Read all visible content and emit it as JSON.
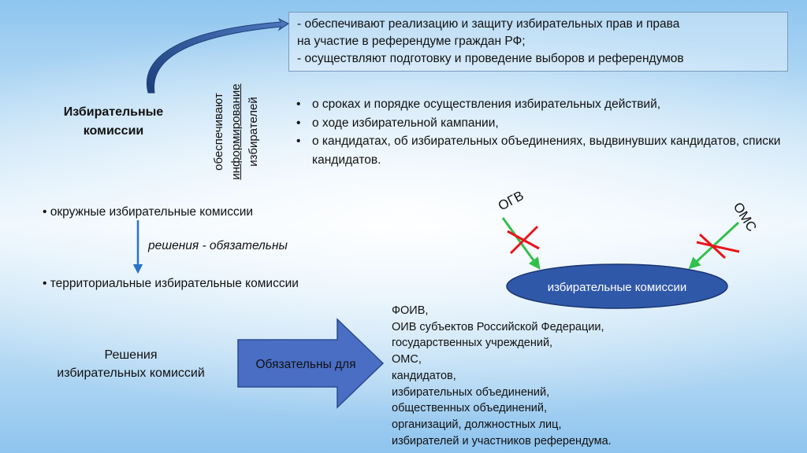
{
  "top_box": {
    "line1": "- обеспечивают реализацию и защиту избирательных прав и права",
    "line2": "на участие в референдуме граждан РФ;",
    "line3": "- осуществляют подготовку и проведение выборов и референдумов"
  },
  "commission": {
    "line1": "Избирательные",
    "line2": "комиссии"
  },
  "vertical_label": {
    "line1": "обеспечивают",
    "line2": "информирование",
    "line3": "избирателей"
  },
  "info_items": [
    "о сроках и порядке осуществления избирательных действий,",
    "о ходе избирательной кампании,",
    "о кандидатах, об избирательных объединениях, выдвинувших кандидатов, списки кандидатов."
  ],
  "hierarchy": {
    "top": "окружные избирательные комиссии",
    "middle": "решения - обязательны",
    "bottom": "территориальные избирательные комиссии"
  },
  "right_diagram": {
    "ogv": "ОГВ",
    "oms": "ОМС",
    "ellipse_label": "избирательные комиссии"
  },
  "decisions": {
    "line1": "Решения",
    "line2": "избирательных комиссий"
  },
  "big_arrow_label": "Обязательны для",
  "obliged_for": [
    "ФОИВ,",
    "ОИВ субъектов Российской Федерации,",
    "государственных учреждений,",
    "ОМС,",
    "кандидатов,",
    "избирательных объединений,",
    "общественных объединений,",
    "организаций, должностных лиц,",
    "избирателей и участников референдума."
  ],
  "colors": {
    "ellipse_fill": "#2f58a8",
    "arrow_fill": "#4a6ec4",
    "green_arrow": "#32c04a",
    "red_cross": "#e8161b",
    "curved_arrow": "#2c4f8a",
    "down_arrow": "#2a73c6"
  }
}
